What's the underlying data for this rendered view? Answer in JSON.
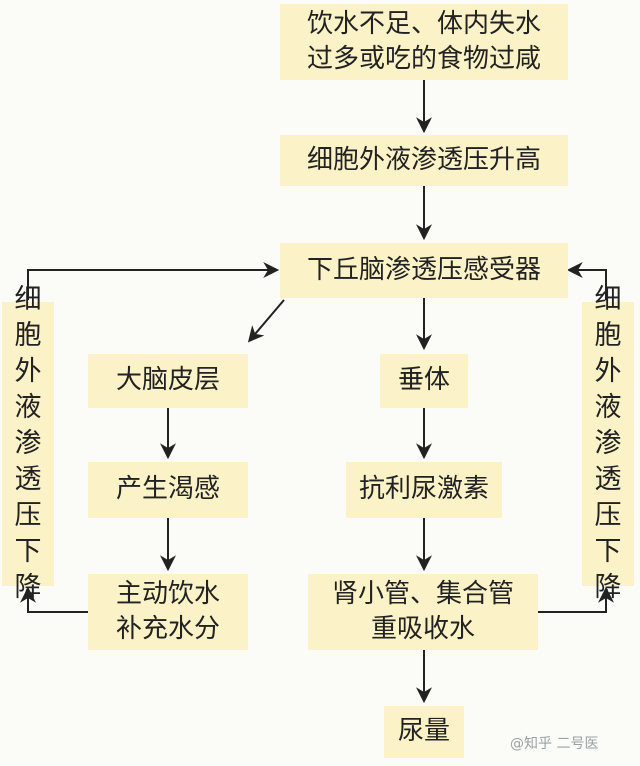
{
  "nodes": {
    "cause": "饮水不足、体内失水过多或吃的食物过咸",
    "osmo_up": "细胞外液渗透压升高",
    "receptor": "下丘脑渗透压感受器",
    "cortex": "大脑皮层",
    "pituitary": "垂体",
    "thirst": "产生渴感",
    "adh": "抗利尿激素",
    "drink": "主动饮水补充水分",
    "kidney": "肾小管、集合管重吸收水",
    "urine": "尿量"
  },
  "side_labels": {
    "left": "细胞外液渗透压下降",
    "right": "细胞外液渗透压下降"
  },
  "watermark": "@知乎 二号医"
}
